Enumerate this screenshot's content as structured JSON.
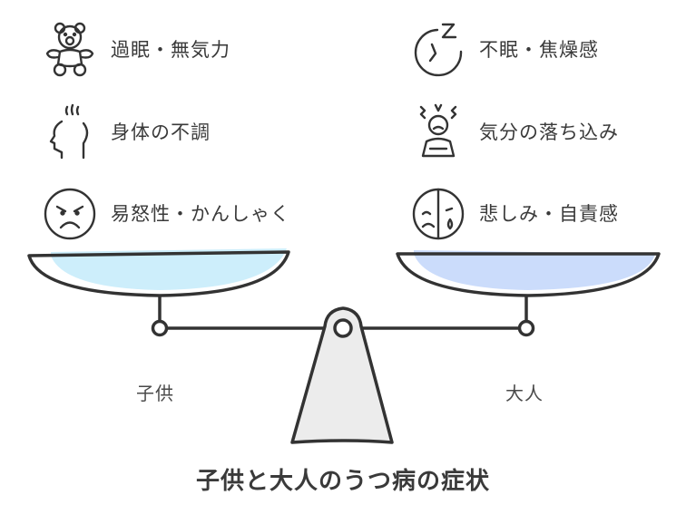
{
  "left": {
    "items": [
      {
        "icon": "teddy-bear-icon",
        "label": "過眠・無気力"
      },
      {
        "icon": "head-profile-icon",
        "label": "身体の不調"
      },
      {
        "icon": "angry-face-icon",
        "label": "易怒性・かんしゃく"
      }
    ],
    "pan_label": "子供",
    "pan_color": "#cdeefb"
  },
  "right": {
    "items": [
      {
        "icon": "sleepless-icon",
        "label": "不眠・焦燥感"
      },
      {
        "icon": "stressed-person-icon",
        "label": "気分の落ち込み"
      },
      {
        "icon": "sad-face-icon",
        "label": "悲しみ・自責感"
      }
    ],
    "pan_label": "大人",
    "pan_color": "#cbdcfb"
  },
  "title": "子供と大人のうつ病の症状"
}
